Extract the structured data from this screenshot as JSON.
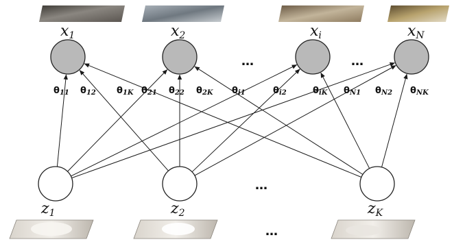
{
  "top_nodes": [
    {
      "id": "x1",
      "label": "x",
      "sub": "1",
      "fill": "#b9b9b9"
    },
    {
      "id": "x2",
      "label": "x",
      "sub": "2",
      "fill": "#b9b9b9"
    },
    {
      "id": "xi",
      "label": "x",
      "sub": "i",
      "fill": "#b9b9b9"
    },
    {
      "id": "xN",
      "label": "x",
      "sub": "N",
      "fill": "#b9b9b9"
    }
  ],
  "bottom_nodes": [
    {
      "id": "z1",
      "label": "z",
      "sub": "1",
      "fill": "#ffffff"
    },
    {
      "id": "z2",
      "label": "z",
      "sub": "2",
      "fill": "#ffffff"
    },
    {
      "id": "zK",
      "label": "z",
      "sub": "K",
      "fill": "#ffffff"
    }
  ],
  "ellipses": {
    "top": [
      "…",
      "…"
    ],
    "bottom": [
      "…"
    ],
    "thumbs": [
      "…"
    ]
  },
  "edges": [
    {
      "from": "z1",
      "to": "x1",
      "symbol": "θ",
      "sub": "11"
    },
    {
      "from": "z1",
      "to": "x2",
      "symbol": "θ",
      "sub": "12"
    },
    {
      "from": "z1",
      "to": "xi",
      "symbol": "",
      "sub": ""
    },
    {
      "from": "z1",
      "to": "xN",
      "symbol": "",
      "sub": ""
    },
    {
      "from": "z2",
      "to": "x1",
      "symbol": "θ",
      "sub": "21"
    },
    {
      "from": "z2",
      "to": "x2",
      "symbol": "θ",
      "sub": "22"
    },
    {
      "from": "z2",
      "to": "xi",
      "symbol": "θ",
      "sub": "i2"
    },
    {
      "from": "z2",
      "to": "xN",
      "symbol": "θ",
      "sub": "N2"
    },
    {
      "from": "zK",
      "to": "x1",
      "symbol": "θ",
      "sub": "1K"
    },
    {
      "from": "zK",
      "to": "x2",
      "symbol": "θ",
      "sub": "2K"
    },
    {
      "from": "zK",
      "to": "xi",
      "symbol": "θ",
      "sub": "iK"
    },
    {
      "from": "zK",
      "to": "xN",
      "symbol": "θ",
      "sub": "NK"
    }
  ],
  "extra_labels": [
    {
      "symbol": "θ",
      "sub": "i1"
    },
    {
      "symbol": "θ",
      "sub": "N1"
    }
  ],
  "colors": {
    "line": "#1a1a1a",
    "node_stroke": "#222222",
    "label": "#111111"
  }
}
